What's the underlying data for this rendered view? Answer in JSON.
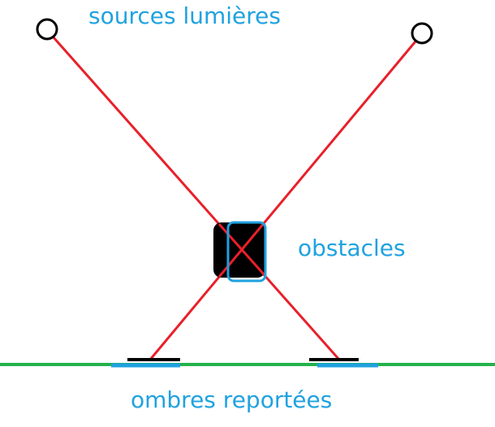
{
  "labels": {
    "light_sources": "sources lumières",
    "obstacles": "obstacles",
    "cast_shadows": "ombres reportées"
  },
  "colors": {
    "label_text": "#1fa2e0",
    "rays": "#e8202a",
    "ground": "#22b14c",
    "obstacle": "#000000",
    "highlight": "#1fa2e0",
    "source_outline": "#000000"
  }
}
